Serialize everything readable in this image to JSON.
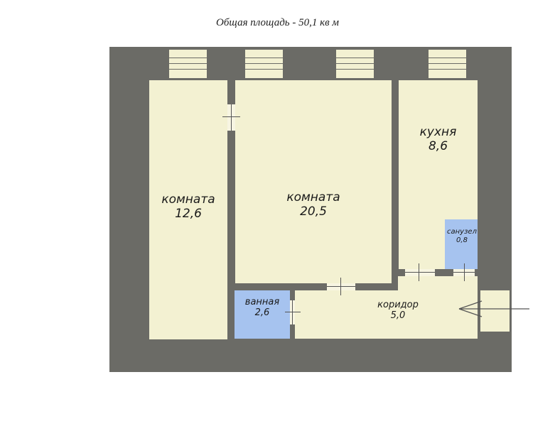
{
  "title": "Общая площадь - 50,1 кв м",
  "rooms": {
    "room1": {
      "name": "комната",
      "area": "12,6"
    },
    "room2": {
      "name": "комната",
      "area": "20,5"
    },
    "kitchen": {
      "name": "кухня",
      "area": "8,6"
    },
    "wc": {
      "name": "санузел",
      "area": "0,8"
    },
    "bath": {
      "name": "ванная",
      "area": "2,6"
    },
    "corridor": {
      "name": "коридор",
      "area": "5,0"
    }
  },
  "colors": {
    "wall": "#6b6b66",
    "room": "#f3f1d2",
    "wet_room": "#a6c3ef"
  }
}
